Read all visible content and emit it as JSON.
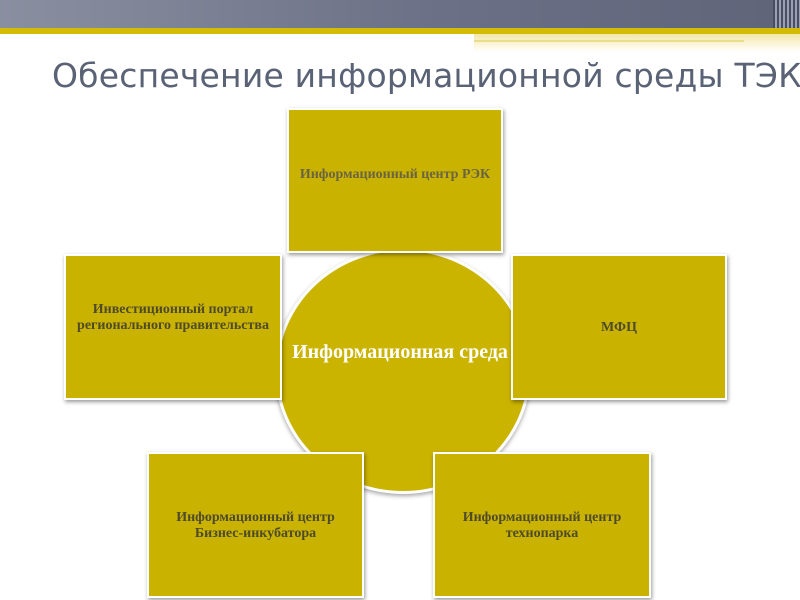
{
  "slide": {
    "title": "Обеспечение информационной среды ТЭК",
    "center": "Информационная среда",
    "nodes": {
      "top": "Информационный центр РЭК",
      "left": "Инвестиционный портал регионального правительства",
      "right": "МФЦ",
      "bottom_left": "Информационный центр Бизнес-инкубатора",
      "bottom_right": "Информационный центр технопарка"
    }
  },
  "colors": {
    "accent": "#cbb400",
    "title": "#5a6276",
    "header_bar": "#6b7086"
  }
}
